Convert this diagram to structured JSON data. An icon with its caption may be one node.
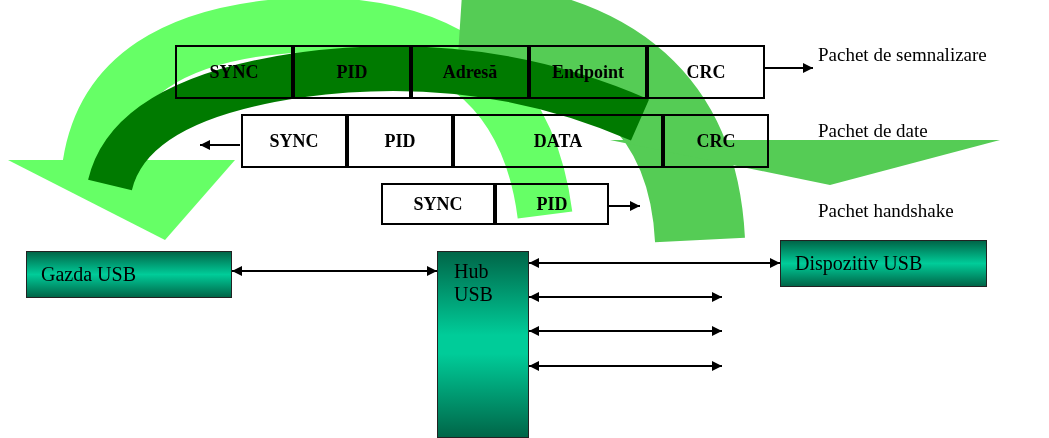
{
  "diagram": {
    "nodes": [
      {
        "text": [
          "SYNC"
        ]
      },
      {
        "text": [
          "PID"
        ]
      },
      {
        "text": [
          "Adresă"
        ]
      },
      {
        "text": [
          "Endpoint"
        ]
      },
      {
        "text": [
          "CRC"
        ]
      },
      {
        "text": [
          "SYNC"
        ]
      },
      {
        "text": [
          "PID"
        ]
      },
      {
        "text": [
          "DATA"
        ]
      },
      {
        "text": [
          "CRC"
        ]
      },
      {
        "text": [
          "SYNC"
        ]
      },
      {
        "text": [
          "PID"
        ]
      },
      {
        "text": [
          "Gazda USB"
        ]
      },
      {
        "text": [
          "Hub USB"
        ]
      },
      {
        "text": [
          "Dispozitiv USB"
        ]
      }
    ],
    "edges": [
      {
        "from": 11,
        "to": 12,
        "arrow": "both"
      },
      {
        "from": 12,
        "to": 13,
        "arrow": "both"
      },
      {
        "from": 12,
        "to": null,
        "arrow": "both"
      },
      {
        "from": 12,
        "to": null,
        "arrow": "both"
      },
      {
        "from": 12,
        "to": null,
        "arrow": "both"
      }
    ],
    "labels": [
      "Pachet de semnalizare",
      "Pachet de date",
      "Pachet handshake"
    ]
  }
}
